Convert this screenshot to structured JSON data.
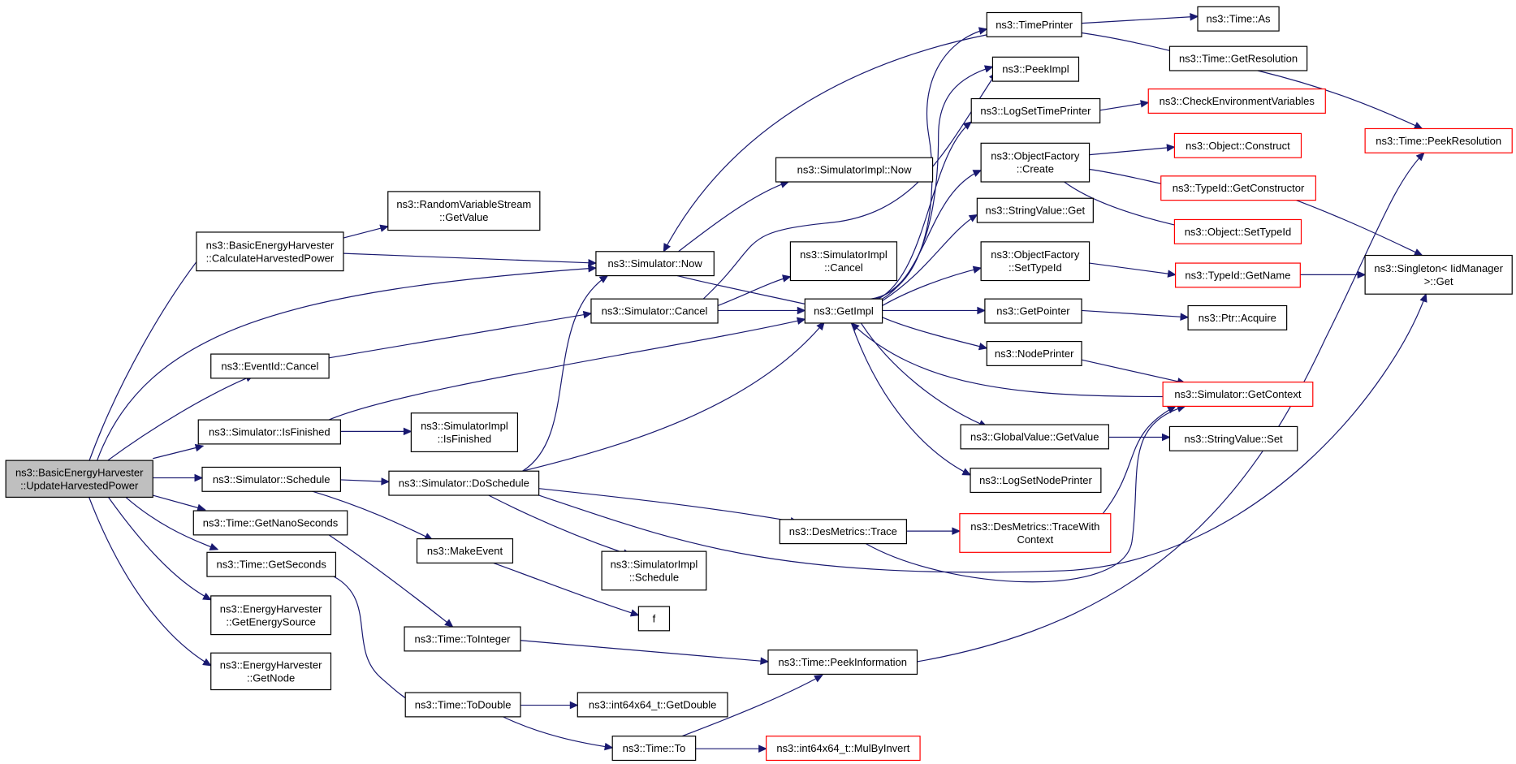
{
  "graph": {
    "colors": {
      "edge": "#191970",
      "node_border": "#000000",
      "truncated_border": "#ff0000",
      "root_fill": "#bfbfbf"
    },
    "nodes": [
      {
        "id": "root",
        "lines": [
          "ns3::BasicEnergyHarvester",
          "::UpdateHarvestedPower"
        ],
        "root": true
      },
      {
        "id": "calc",
        "lines": [
          "ns3::BasicEnergyHarvester",
          "::CalculateHarvestedPower"
        ]
      },
      {
        "id": "evcancel",
        "lines": [
          "ns3::EventId::Cancel"
        ]
      },
      {
        "id": "isfin",
        "lines": [
          "ns3::Simulator::IsFinished"
        ]
      },
      {
        "id": "schedule",
        "lines": [
          "ns3::Simulator::Schedule"
        ]
      },
      {
        "id": "getnano",
        "lines": [
          "ns3::Time::GetNanoSeconds"
        ]
      },
      {
        "id": "getsec",
        "lines": [
          "ns3::Time::GetSeconds"
        ]
      },
      {
        "id": "getenergysrc",
        "lines": [
          "ns3::EnergyHarvester",
          "::GetEnergySource"
        ]
      },
      {
        "id": "getnode",
        "lines": [
          "ns3::EnergyHarvester",
          "::GetNode"
        ]
      },
      {
        "id": "rvs",
        "lines": [
          "ns3::RandomVariableStream",
          "::GetValue"
        ]
      },
      {
        "id": "simnow",
        "lines": [
          "ns3::Simulator::Now"
        ]
      },
      {
        "id": "simcancel",
        "lines": [
          "ns3::Simulator::Cancel"
        ]
      },
      {
        "id": "implisfin",
        "lines": [
          "ns3::SimulatorImpl",
          "::IsFinished"
        ]
      },
      {
        "id": "dosched",
        "lines": [
          "ns3::Simulator::DoSchedule"
        ]
      },
      {
        "id": "makeevent",
        "lines": [
          "ns3::MakeEvent"
        ]
      },
      {
        "id": "tointeger",
        "lines": [
          "ns3::Time::ToInteger"
        ]
      },
      {
        "id": "todouble",
        "lines": [
          "ns3::Time::ToDouble"
        ]
      },
      {
        "id": "implnow",
        "lines": [
          "ns3::SimulatorImpl::Now"
        ]
      },
      {
        "id": "implcancel",
        "lines": [
          "ns3::SimulatorImpl",
          "::Cancel"
        ]
      },
      {
        "id": "getimpl",
        "lines": [
          "ns3::GetImpl"
        ]
      },
      {
        "id": "desmetrics",
        "lines": [
          "ns3::DesMetrics::Trace"
        ]
      },
      {
        "id": "implsched",
        "lines": [
          "ns3::SimulatorImpl",
          "::Schedule"
        ]
      },
      {
        "id": "f",
        "lines": [
          "f"
        ]
      },
      {
        "id": "peekinfo",
        "lines": [
          "ns3::Time::PeekInformation"
        ]
      },
      {
        "id": "getdouble",
        "lines": [
          "ns3::int64x64_t::GetDouble"
        ]
      },
      {
        "id": "timeto",
        "lines": [
          "ns3::Time::To"
        ]
      },
      {
        "id": "mulbyinv",
        "lines": [
          "ns3::int64x64_t::MulByInvert"
        ],
        "truncated": true
      },
      {
        "id": "timeprinter",
        "lines": [
          "ns3::TimePrinter"
        ]
      },
      {
        "id": "peekimpl",
        "lines": [
          "ns3::PeekImpl"
        ]
      },
      {
        "id": "logsettp",
        "lines": [
          "ns3::LogSetTimePrinter"
        ]
      },
      {
        "id": "ofcreate",
        "lines": [
          "ns3::ObjectFactory",
          "::Create"
        ]
      },
      {
        "id": "strget",
        "lines": [
          "ns3::StringValue::Get"
        ]
      },
      {
        "id": "ofsettid",
        "lines": [
          "ns3::ObjectFactory",
          "::SetTypeId"
        ]
      },
      {
        "id": "getptr",
        "lines": [
          "ns3::GetPointer"
        ]
      },
      {
        "id": "nodeprinter",
        "lines": [
          "ns3::NodePrinter"
        ]
      },
      {
        "id": "gvgetvalue",
        "lines": [
          "ns3::GlobalValue::GetValue"
        ]
      },
      {
        "id": "logsetnp",
        "lines": [
          "ns3::LogSetNodePrinter"
        ]
      },
      {
        "id": "tracewctx",
        "lines": [
          "ns3::DesMetrics::TraceWith",
          "Context"
        ],
        "truncated": true
      },
      {
        "id": "timeas",
        "lines": [
          "ns3::Time::As"
        ]
      },
      {
        "id": "getres",
        "lines": [
          "ns3::Time::GetResolution"
        ]
      },
      {
        "id": "checkenv",
        "lines": [
          "ns3::CheckEnvironmentVariables"
        ],
        "truncated": true
      },
      {
        "id": "objconstruct",
        "lines": [
          "ns3::Object::Construct"
        ],
        "truncated": true
      },
      {
        "id": "getctor",
        "lines": [
          "ns3::TypeId::GetConstructor"
        ],
        "truncated": true
      },
      {
        "id": "settypeid",
        "lines": [
          "ns3::Object::SetTypeId"
        ],
        "truncated": true
      },
      {
        "id": "tidgetname",
        "lines": [
          "ns3::TypeId::GetName"
        ],
        "truncated": true
      },
      {
        "id": "ptracquire",
        "lines": [
          "ns3::Ptr::Acquire"
        ]
      },
      {
        "id": "getcontext",
        "lines": [
          "ns3::Simulator::GetContext"
        ],
        "truncated": true
      },
      {
        "id": "strset",
        "lines": [
          "ns3::StringValue::Set"
        ]
      },
      {
        "id": "peekres",
        "lines": [
          "ns3::Time::PeekResolution"
        ],
        "truncated": true
      },
      {
        "id": "singleton",
        "lines": [
          "ns3::Singleton< IidManager",
          ">::Get"
        ]
      }
    ]
  }
}
